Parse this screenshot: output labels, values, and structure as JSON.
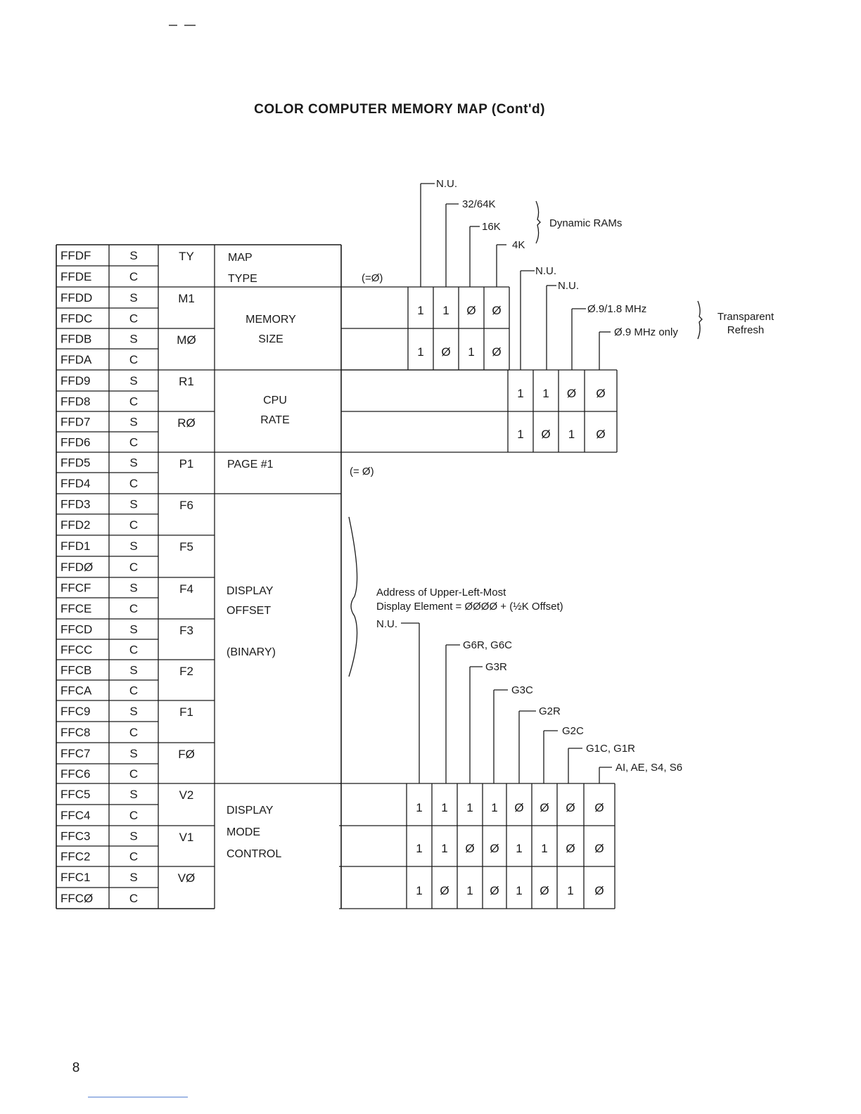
{
  "title": "COLOR COMPUTER MEMORY MAP (Cont'd)",
  "page_number": "8",
  "registers": [
    {
      "addr": "FFDF",
      "sc": "S"
    },
    {
      "addr": "FFDE",
      "sc": "C"
    },
    {
      "addr": "FFDD",
      "sc": "S"
    },
    {
      "addr": "FFDC",
      "sc": "C"
    },
    {
      "addr": "FFDB",
      "sc": "S"
    },
    {
      "addr": "FFDA",
      "sc": "C"
    },
    {
      "addr": "FFD9",
      "sc": "S"
    },
    {
      "addr": "FFD8",
      "sc": "C"
    },
    {
      "addr": "FFD7",
      "sc": "S"
    },
    {
      "addr": "FFD6",
      "sc": "C"
    },
    {
      "addr": "FFD5",
      "sc": "S"
    },
    {
      "addr": "FFD4",
      "sc": "C"
    },
    {
      "addr": "FFD3",
      "sc": "S"
    },
    {
      "addr": "FFD2",
      "sc": "C"
    },
    {
      "addr": "FFD1",
      "sc": "S"
    },
    {
      "addr": "FFDØ",
      "sc": "C"
    },
    {
      "addr": "FFCF",
      "sc": "S"
    },
    {
      "addr": "FFCE",
      "sc": "C"
    },
    {
      "addr": "FFCD",
      "sc": "S"
    },
    {
      "addr": "FFCC",
      "sc": "C"
    },
    {
      "addr": "FFCB",
      "sc": "S"
    },
    {
      "addr": "FFCA",
      "sc": "C"
    },
    {
      "addr": "FFC9",
      "sc": "S"
    },
    {
      "addr": "FFC8",
      "sc": "C"
    },
    {
      "addr": "FFC7",
      "sc": "S"
    },
    {
      "addr": "FFC6",
      "sc": "C"
    },
    {
      "addr": "FFC5",
      "sc": "S"
    },
    {
      "addr": "FFC4",
      "sc": "C"
    },
    {
      "addr": "FFC3",
      "sc": "S"
    },
    {
      "addr": "FFC2",
      "sc": "C"
    },
    {
      "addr": "FFC1",
      "sc": "S"
    },
    {
      "addr": "FFCØ",
      "sc": "C"
    }
  ],
  "bits": [
    "TY",
    "M1",
    "MØ",
    "R1",
    "RØ",
    "P1",
    "F6",
    "F5",
    "F4",
    "F3",
    "F2",
    "F1",
    "FØ",
    "V2",
    "V1",
    "VØ"
  ],
  "groups": {
    "map_type": [
      "MAP",
      "TYPE"
    ],
    "memory_size": [
      "MEMORY",
      "SIZE"
    ],
    "cpu_rate": [
      "CPU",
      "RATE"
    ],
    "page": "PAGE #1",
    "display_offset": [
      "DISPLAY",
      "OFFSET",
      "(BINARY)"
    ],
    "display_mode": [
      "DISPLAY",
      "MODE",
      "CONTROL"
    ]
  },
  "notes": {
    "map_type_default": "(=Ø)",
    "page_default": "(= Ø)",
    "offset_desc_1": "Address of Upper-Left-Most",
    "offset_desc_2": "Display Element =  ØØØØ + (½K Offset)"
  },
  "memory_size": {
    "labels": [
      "N.U.",
      "32/64K",
      "16K",
      "4K"
    ],
    "group_label": "Dynamic RAMs",
    "rows": [
      [
        "1",
        "1",
        "Ø",
        "Ø"
      ],
      [
        "1",
        "Ø",
        "1",
        "Ø"
      ]
    ]
  },
  "cpu_rate": {
    "labels": [
      "N.U.",
      "N.U.",
      "Ø.9/1.8 MHz",
      "Ø.9 MHz only"
    ],
    "group_label": [
      "Transparent",
      "Refresh"
    ],
    "rows": [
      [
        "1",
        "1",
        "Ø",
        "Ø"
      ],
      [
        "1",
        "Ø",
        "1",
        "Ø"
      ]
    ]
  },
  "display_mode": {
    "labels": [
      "N.U.",
      "G6R, G6C",
      "G3R",
      "G3C",
      "G2R",
      "G2C",
      "G1C, G1R",
      "AI, AE, S4, S6"
    ],
    "rows": [
      [
        "1",
        "1",
        "1",
        "1",
        "Ø",
        "Ø",
        "Ø",
        "Ø"
      ],
      [
        "1",
        "1",
        "Ø",
        "Ø",
        "1",
        "1",
        "Ø",
        "Ø"
      ],
      [
        "1",
        "Ø",
        "1",
        "Ø",
        "1",
        "Ø",
        "1",
        "Ø"
      ]
    ]
  }
}
